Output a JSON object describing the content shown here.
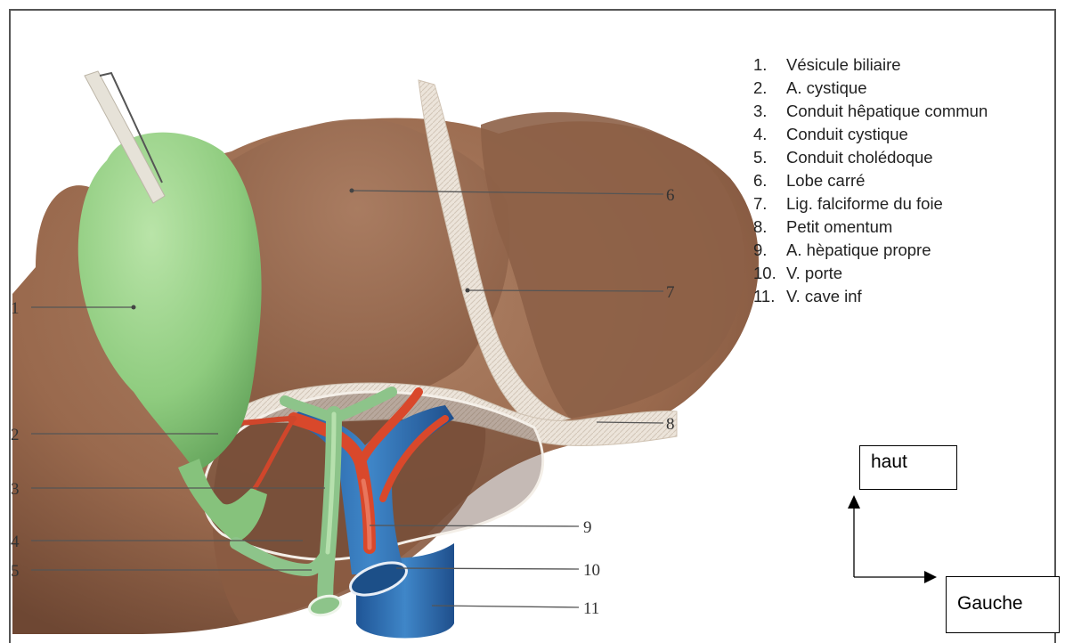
{
  "figure": {
    "legend": [
      {
        "num": "1.",
        "text": "Vésicule biliaire"
      },
      {
        "num": "2.",
        "text": "A. cystique"
      },
      {
        "num": "3.",
        "text": "Conduit hêpatique commun"
      },
      {
        "num": "4.",
        "text": "Conduit cystique"
      },
      {
        "num": "5.",
        "text": "Conduit cholédoque"
      },
      {
        "num": "6.",
        "text": "Lobe carré"
      },
      {
        "num": "7.",
        "text": "Lig. falciforme du foie"
      },
      {
        "num": "8.",
        "text": "Petit omentum"
      },
      {
        "num": "9.",
        "text": "A. hèpatique propre"
      },
      {
        "num": "10.",
        "text": "V. porte"
      },
      {
        "num": "11.",
        "text": "V. cave inf"
      }
    ],
    "callouts": [
      "1",
      "2",
      "3",
      "4",
      "5",
      "6",
      "7",
      "8",
      "9",
      "10",
      "11"
    ],
    "orientation": {
      "up_label": "haut",
      "side_label": "Gauche"
    },
    "colors": {
      "liver": "#9a6b4e",
      "gallbladder": "#8cc97e",
      "bile_duct": "#8dc48a",
      "artery": "#d9482b",
      "vein": "#2f6fb0",
      "omentum": "#e6ddd3"
    }
  }
}
